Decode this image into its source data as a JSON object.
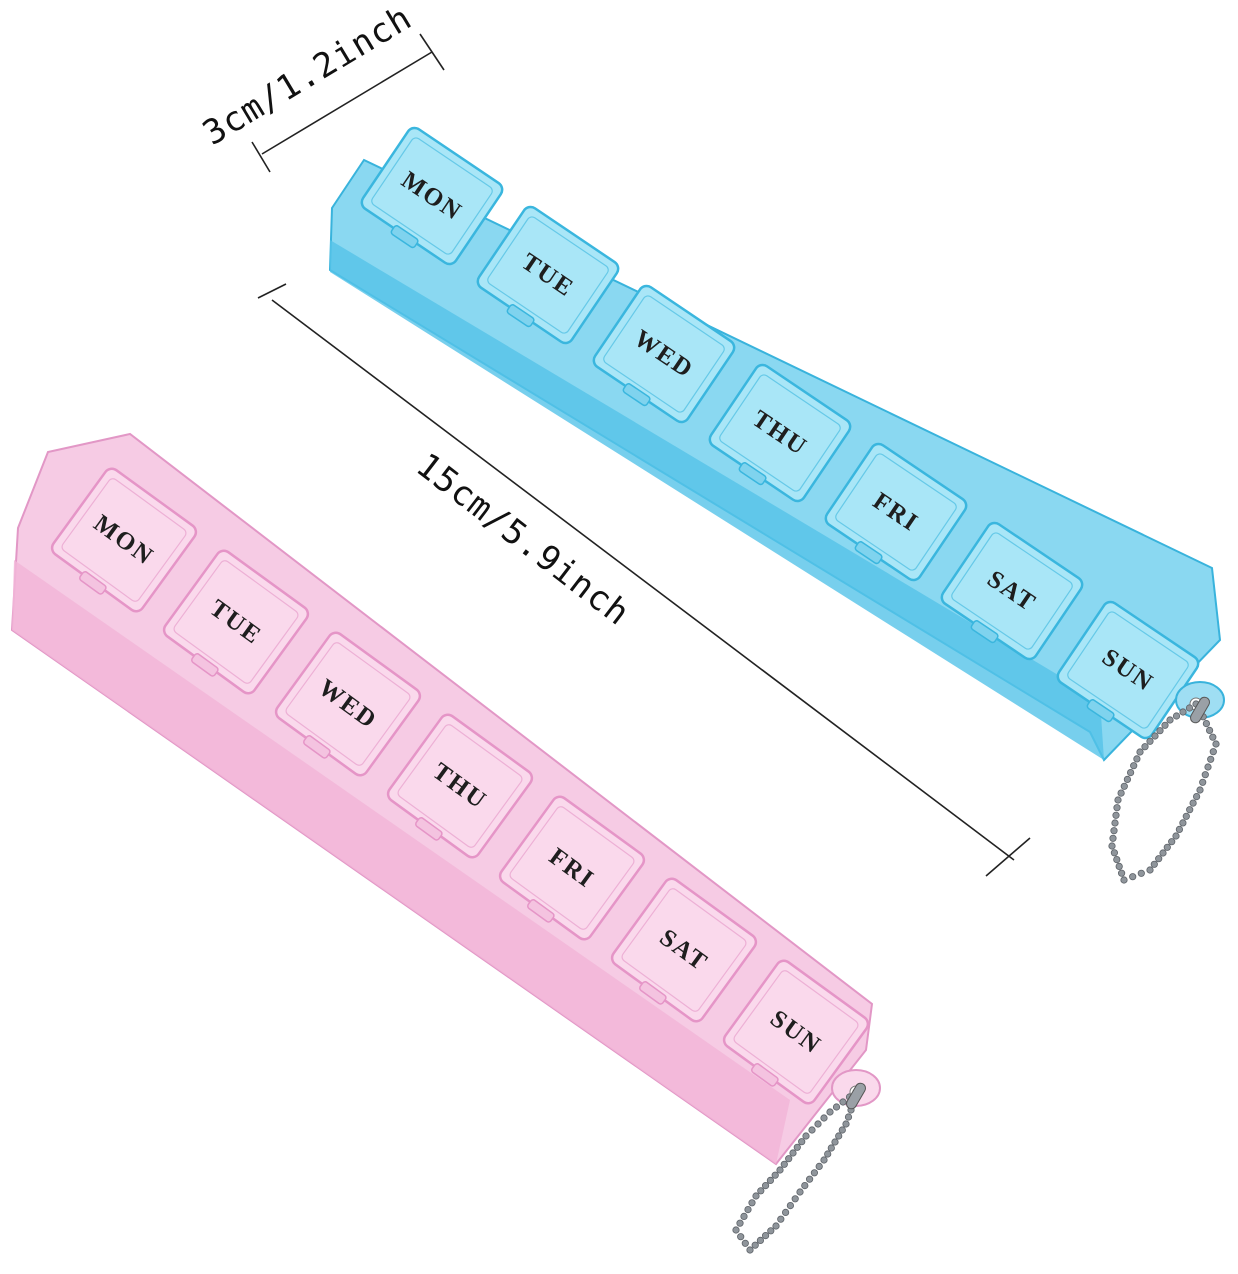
{
  "dimensions": {
    "width_label": "3cm/1.2inch",
    "length_label": "15cm/5.9inch"
  },
  "organizers": [
    {
      "color_name": "blue",
      "body_color": "#7fd3ee",
      "lid_color": "#a9e6f7",
      "edge_color": "#3ab6de",
      "days": [
        "MON",
        "TUE",
        "WED",
        "THU",
        "FRI",
        "SAT",
        "SUN"
      ]
    },
    {
      "color_name": "pink",
      "body_color": "#f4c3e0",
      "lid_color": "#fad9ec",
      "edge_color": "#e595c7",
      "days": [
        "MON",
        "TUE",
        "WED",
        "THU",
        "FRI",
        "SAT",
        "SUN"
      ]
    }
  ],
  "accessory": "ball-chain-keyring"
}
